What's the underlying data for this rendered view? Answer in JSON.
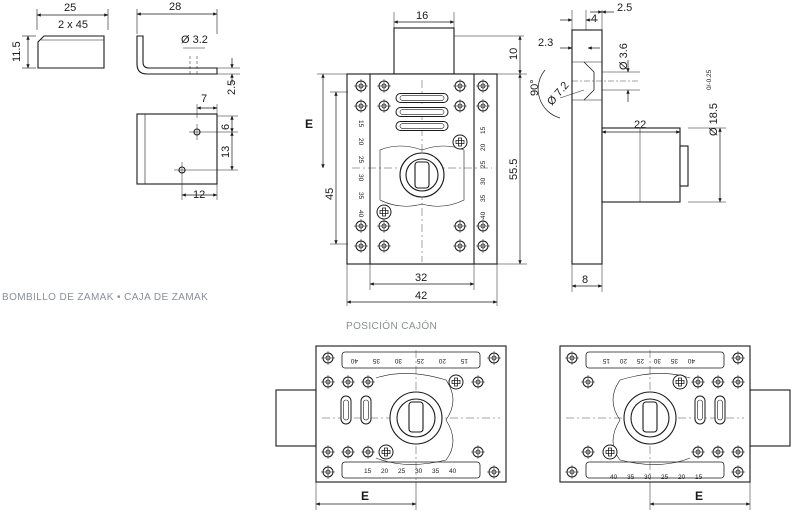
{
  "captions": {
    "material": "BOMBILLO DE ZAMAK • CAJA DE ZAMAK",
    "drawer_position": "POSICIÓN CAJÓN"
  },
  "corner_piece": {
    "width": "25",
    "chamfer": "2 x 45",
    "height": "11.5"
  },
  "bracket": {
    "length": "28",
    "hole_diameter": "Ø 3.2",
    "thickness": "2.5",
    "hole_offset_x": "7",
    "hole_offset_y": "6",
    "hole_spacing": "13",
    "width": "12"
  },
  "lock_front": {
    "cylinder_width": "16",
    "cylinder_projection": "10",
    "backset_label": "E",
    "backset_height": "45",
    "total_height": "55.5",
    "screw_spacing": "32",
    "total_width": "42",
    "scale_left": [
      "15",
      "20",
      "25",
      "30",
      "35",
      "40"
    ],
    "scale_right": [
      "15",
      "20",
      "25",
      "30",
      "35",
      "40"
    ]
  },
  "lock_side": {
    "dim_4": "4",
    "dim_2_5": "2.5",
    "dim_2_3": "2.3",
    "hole_diameter": "Ø 3.6",
    "angle": "90°",
    "countersink": "Ø 7.2",
    "cylinder_diameter": "Ø 18.5",
    "tolerance": "0/-0.25",
    "projection": "22",
    "plate_thickness": "8"
  },
  "drawer_left": {
    "scale_top": [
      "40",
      "35",
      "30",
      "25",
      "20",
      "15"
    ],
    "scale_bottom": [
      "15",
      "20",
      "25",
      "30",
      "35",
      "40"
    ],
    "backset_label": "E"
  },
  "drawer_right": {
    "scale_top": [
      "15",
      "20",
      "25",
      "30",
      "35",
      "40"
    ],
    "scale_bottom": [
      "40",
      "35",
      "30",
      "25",
      "20",
      "15"
    ],
    "backset_label": "E"
  }
}
